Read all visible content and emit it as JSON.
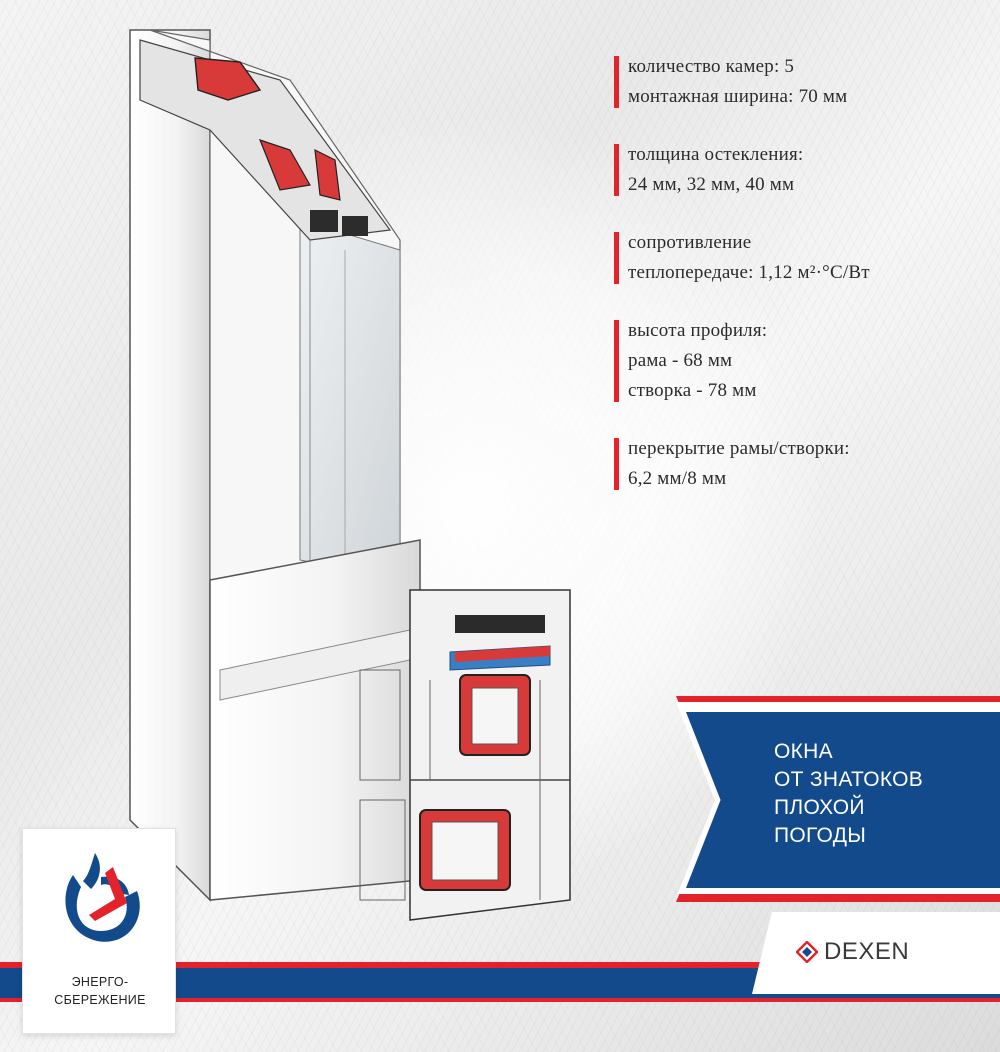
{
  "specs": [
    {
      "lines": [
        "количество камер: 5",
        "монтажная ширина: 70 мм"
      ]
    },
    {
      "lines": [
        "толщина остекления:",
        "24 мм, 32 мм, 40 мм"
      ]
    },
    {
      "lines": [
        "сопротивление",
        "теплопередаче: 1,12 м²·°C/Вт"
      ]
    },
    {
      "lines": [
        "высота профиля:",
        "рама - 68 мм",
        "створка - 78 мм"
      ]
    },
    {
      "lines": [
        "перекрытие рамы/створки:",
        "6,2 мм/8 мм"
      ]
    }
  ],
  "banner": {
    "lines": [
      "ОКНА",
      "ОТ ЗНАТОКОВ",
      "ПЛОХОЙ",
      "ПОГОДЫ"
    ]
  },
  "brand": {
    "name": "DEXEN"
  },
  "energy_badge": {
    "lines": [
      "ЭНЕРГО-",
      "СБЕРЕЖЕНИЕ"
    ]
  },
  "colors": {
    "accent_red": "#e3222b",
    "brand_blue": "#124a8c",
    "text_dark": "#2b2b2b"
  },
  "icons": [
    "window-profile-illustration",
    "energy-saving-icon",
    "dexen-logo-icon"
  ]
}
